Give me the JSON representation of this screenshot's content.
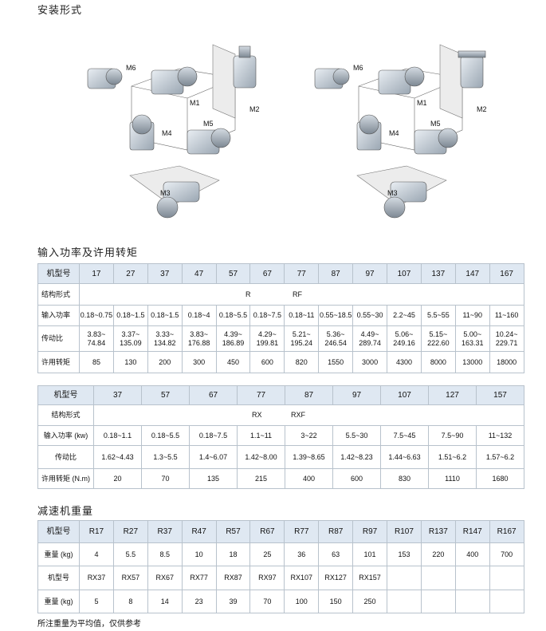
{
  "section1_title": "安装形式",
  "mount_labels": {
    "m1": "M1",
    "m2": "M2",
    "m3": "M3",
    "m4": "M4",
    "m5": "M5",
    "m6": "M6"
  },
  "section2_title": "输入功率及许用转矩",
  "table_r": {
    "rows": [
      {
        "label": "机型号",
        "cells": [
          "17",
          "27",
          "37",
          "47",
          "57",
          "67",
          "77",
          "87",
          "97",
          "107",
          "137",
          "147",
          "167"
        ]
      },
      {
        "label": "结构形式",
        "span": [
          "R",
          "RF"
        ]
      },
      {
        "label": "输入功率",
        "cells": [
          "0.18~0.75",
          "0.18~1.5",
          "0.18~1.5",
          "0.18~4",
          "0.18~5.5",
          "0.18~7.5",
          "0.18~11",
          "0.55~18.5",
          "0.55~30",
          "2.2~45",
          "5.5~55",
          "11~90",
          "11~160"
        ]
      },
      {
        "label": "传动比",
        "cells": [
          "3.83~ 74.84",
          "3.37~ 135.09",
          "3.33~ 134.82",
          "3.83~ 176.88",
          "4.39~ 186.89",
          "4.29~ 199.81",
          "5.21~ 195.24",
          "5.36~ 246.54",
          "4.49~ 289.74",
          "5.06~ 249.16",
          "5.15~ 222.60",
          "5.00~ 163.31",
          "10.24~ 229.71"
        ]
      },
      {
        "label": "许用转矩",
        "cells": [
          "85",
          "130",
          "200",
          "300",
          "450",
          "600",
          "820",
          "1550",
          "3000",
          "4300",
          "8000",
          "13000",
          "18000"
        ]
      }
    ]
  },
  "table_rx": {
    "rows": [
      {
        "label": "机型号",
        "cells": [
          "37",
          "57",
          "67",
          "77",
          "87",
          "97",
          "107",
          "127",
          "157"
        ]
      },
      {
        "label": "结构形式",
        "span": [
          "RX",
          "RXF"
        ]
      },
      {
        "label": "输入功率 (kw)",
        "cells": [
          "0.18~1.1",
          "0.18~5.5",
          "0.18~7.5",
          "1.1~11",
          "3~22",
          "5.5~30",
          "7.5~45",
          "7.5~90",
          "11~132"
        ]
      },
      {
        "label": "传动比",
        "cells": [
          "1.62~4.43",
          "1.3~5.5",
          "1.4~6.07",
          "1.42~8.00",
          "1.39~8.65",
          "1.42~8.23",
          "1.44~6.63",
          "1.51~6.2",
          "1.57~6.2"
        ]
      },
      {
        "label": "许用转矩 (N.m)",
        "cells": [
          "20",
          "70",
          "135",
          "215",
          "400",
          "600",
          "830",
          "1110",
          "1680"
        ]
      }
    ]
  },
  "section3_title": "减速机重量",
  "table_weight": {
    "rows": [
      {
        "label": "机型号",
        "cells": [
          "R17",
          "R27",
          "R37",
          "R47",
          "R57",
          "R67",
          "R77",
          "R87",
          "R97",
          "R107",
          "R137",
          "R147",
          "R167"
        ]
      },
      {
        "label": "重量 (kg)",
        "cells": [
          "4",
          "5.5",
          "8.5",
          "10",
          "18",
          "25",
          "36",
          "63",
          "101",
          "153",
          "220",
          "400",
          "700"
        ]
      },
      {
        "label": "机型号",
        "cells": [
          "RX37",
          "RX57",
          "RX67",
          "RX77",
          "RX87",
          "RX97",
          "RX107",
          "RX127",
          "RX157",
          "",
          "",
          "",
          ""
        ]
      },
      {
        "label": "重量 (kg)",
        "cells": [
          "5",
          "8",
          "14",
          "23",
          "39",
          "70",
          "100",
          "150",
          "250",
          "",
          "",
          "",
          ""
        ]
      }
    ]
  },
  "footnote": "所注重量为平均值，仅供参考"
}
